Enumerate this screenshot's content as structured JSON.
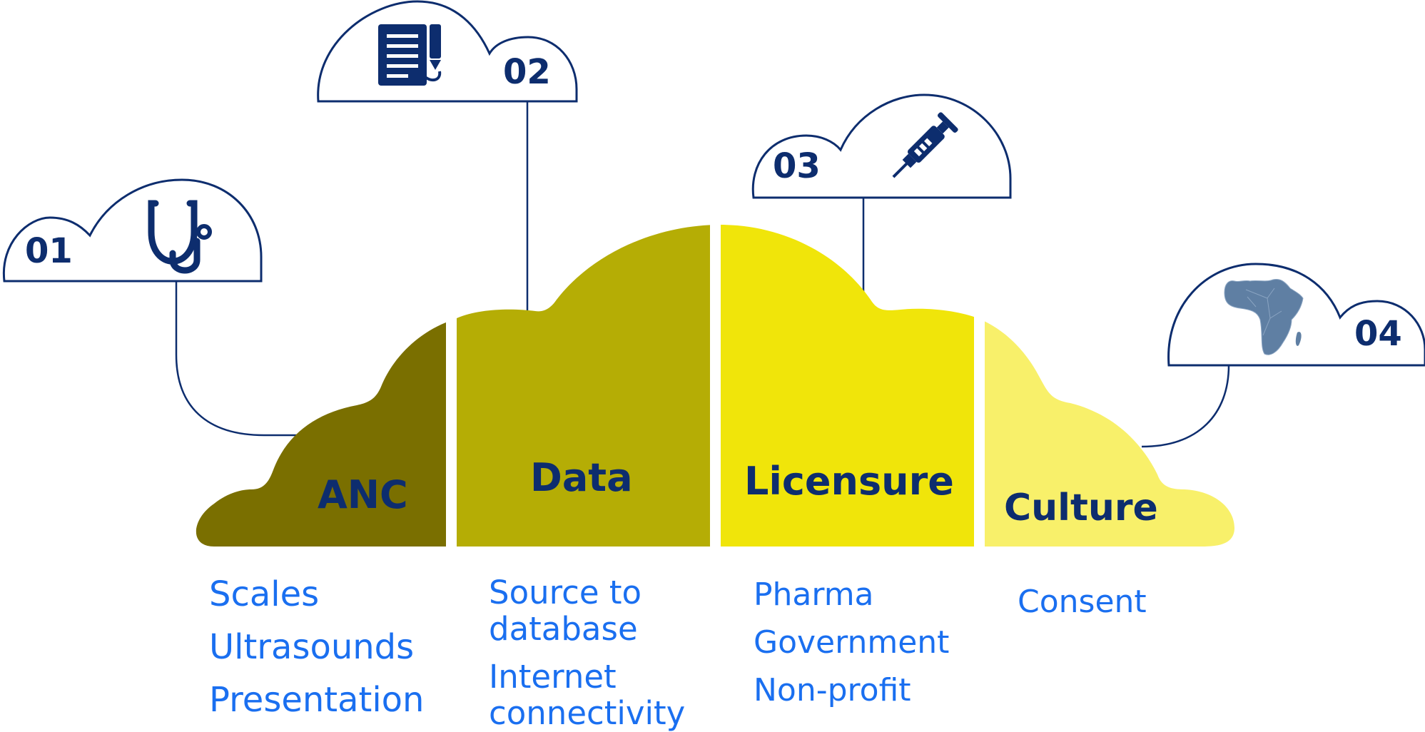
{
  "colors": {
    "navy": "#0d2d6e",
    "item_text": "#1a6ff0",
    "seg_anc": "#7a6f00",
    "seg_data": "#b5ad05",
    "seg_licensure": "#f0e50a",
    "seg_culture": "#f8f06a",
    "africa_map": "#5f7fa3"
  },
  "segments": [
    {
      "label": "ANC",
      "number": "01",
      "icon": "stethoscope-icon",
      "items": [
        "Scales",
        "Ultrasounds",
        "Presentation"
      ]
    },
    {
      "label": "Data",
      "number": "02",
      "icon": "document-pen-icon",
      "items": [
        "Source to",
        "database",
        "Internet",
        "connectivity"
      ]
    },
    {
      "label": "Licensure",
      "number": "03",
      "icon": "syringe-icon",
      "items": [
        "Pharma",
        "Government",
        "Non-profit"
      ]
    },
    {
      "label": "Culture",
      "number": "04",
      "icon": "africa-map-icon",
      "items": [
        "Consent"
      ]
    }
  ]
}
